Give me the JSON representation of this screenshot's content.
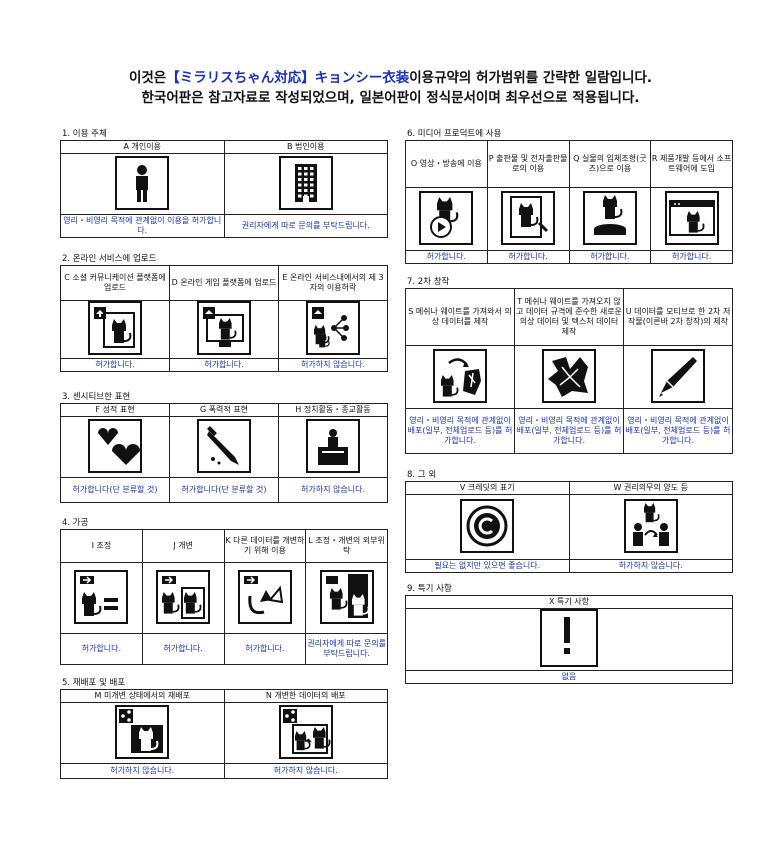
{
  "header": {
    "line1_prefix": "이것은",
    "line1_product": "【ミラリスちゃん対応】キョンシー衣装",
    "line1_suffix": "이용규약의 허가범위를 간략한 일람입니다.",
    "line2": "한국어판은 참고자료로 작성되었으며, 일본어판이 정식문서이며 최우선으로 적용됩니다."
  },
  "sections": {
    "s1": {
      "title": "1. 이용 주체",
      "cols": [
        {
          "head": "A 개인이용",
          "icon": "person-icon",
          "status": "영리・비영리 목적에 관계없이 이용을 허가합니다."
        },
        {
          "head": "B 법인이용",
          "icon": "building-icon",
          "status": "권리자에게 따로 문의를 부탁드립니다."
        }
      ]
    },
    "s2": {
      "title": "2. 온라인 서비스에 업로드",
      "cols": [
        {
          "head": "C 소셜 커뮤니케이션 플랫폼에 업로드",
          "icon": "sns-upload-icon",
          "status": "허가합니다."
        },
        {
          "head": "D 온라인 게임 플랫폼에 업로드",
          "icon": "game-upload-icon",
          "status": "허가합니다."
        },
        {
          "head": "E 온라인 서비스내에서의 제 3자의 이용허락",
          "icon": "share-network-icon",
          "status": "허가하지 않습니다."
        }
      ]
    },
    "s3": {
      "title": "3. 센시티브한 표현",
      "cols": [
        {
          "head": "F 성적 표현",
          "icon": "hearts-icon",
          "status": "허가합니다(단 분류할 것)"
        },
        {
          "head": "G 폭력적 표현",
          "icon": "knife-icon",
          "status": "허가합니다(단 분류할 것)"
        },
        {
          "head": "H 정치활동・종교활동",
          "icon": "podium-icon",
          "status": "허가하지 않습니다."
        }
      ]
    },
    "s4": {
      "title": "4. 가공",
      "cols": [
        {
          "head": "I 조정",
          "icon": "adjust-icon",
          "status": "허가합니다."
        },
        {
          "head": "J 개변",
          "icon": "modify-icon",
          "status": "허가합니다."
        },
        {
          "head": "K 다른 데이터를 개변하기 위해 이용",
          "icon": "ears-icon",
          "status": "허가합니다."
        },
        {
          "head": "L 조정・개변의 외부위탁",
          "icon": "outsource-icon",
          "status": "권리자에게 따로 문의를 부탁드립니다."
        }
      ]
    },
    "s5": {
      "title": "5. 재배포 및 배포",
      "cols": [
        {
          "head": "M 미개변 상태에서의 재배포",
          "icon": "redistribute-icon",
          "status": "허가하지 않습니다."
        },
        {
          "head": "N 개변한 데이터의 배포",
          "icon": "distribute-modified-icon",
          "status": "허가하지 않습니다."
        }
      ]
    },
    "s6": {
      "title": "6. 미디어 프로덕트에 사용",
      "cols": [
        {
          "head": "O 영상・방송에 이용",
          "icon": "video-icon",
          "status": "허가합니다."
        },
        {
          "head": "P 출판물 및 전자출판물로의 이용",
          "icon": "publication-icon",
          "status": "허가합니다."
        },
        {
          "head": "Q 실물의 입체조형(굿즈)으로 이용",
          "icon": "figure-icon",
          "status": "허가합니다."
        },
        {
          "head": "R 제품개발 등에서 소프트웨어에 도입",
          "icon": "software-icon",
          "status": "허가합니다."
        }
      ]
    },
    "s7": {
      "title": "7. 2차 창작",
      "cols": [
        {
          "head": "S 메쉬나 웨이트를 가져와서 의상 데이터를 제작",
          "icon": "mesh-transfer-icon",
          "status": "영리・비영리 목적에 관계없이 배포(일부, 전체업로드 등)를 허가합니다."
        },
        {
          "head": "T 메쉬나 웨이트를 가져오지 않고 데이터 규격에 준수한 새로운 의상 데이터 및 텍스처 데이터 제작",
          "icon": "new-cloth-icon",
          "status": "영리・비영리 목적에 관계없이 배포(일부, 전체업로드 등)를 허가합니다."
        },
        {
          "head": "U 데이터를 모티브로 한 2차 저작물(이른바 2차 창작)의 제작",
          "icon": "pen-icon",
          "status": "영리・비영리 목적에 관계없이 배포(일부, 전체업로드 등)를 허가합니다."
        }
      ]
    },
    "s8": {
      "title": "8. 그 외",
      "cols": [
        {
          "head": "V 크레딧의 표기",
          "icon": "copyright-icon",
          "status": "필요는 없지만 있으면 좋습니다."
        },
        {
          "head": "W 권리의무의 양도 등",
          "icon": "transfer-icon",
          "status": "허가하지 않습니다."
        }
      ]
    },
    "s9": {
      "title": "9. 특기 사항",
      "cols": [
        {
          "head": "X 특기 사항",
          "icon": "exclamation-icon",
          "status": "없음"
        }
      ]
    }
  },
  "x_head": "X 특기 사항",
  "x_status": "없음"
}
